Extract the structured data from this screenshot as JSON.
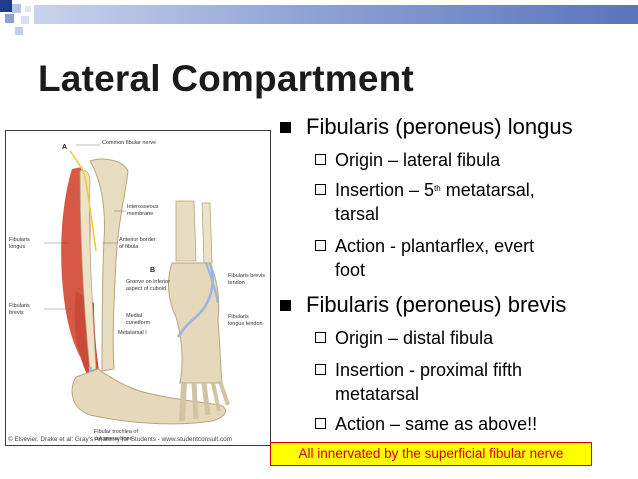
{
  "title": "Lateral Compartment",
  "colors": {
    "accent": "#6a84c4",
    "note_bg": "#ffff00",
    "note_text": "#d40000"
  },
  "figure": {
    "panel_a": "A",
    "panel_b": "B",
    "labels": {
      "common_fibular_nerve": "Common fibular nerve",
      "interosseous_membrane": "Interosseous membrane",
      "fibularis_longus": "Fibularis longus",
      "anterior_border_fibula": "Anterior border of fibula",
      "fibularis_brevis": "Fibularis brevis",
      "groove_cuboid": "Groove on inferior aspect of cuboid",
      "medial_cuneiform": "Medial cuneiform",
      "metatarsal_i": "Metatarsal I",
      "fibularis_brevis_tendon": "Fibularis brevis tendon",
      "fibularis_longus_tendon": "Fibularis longus tendon",
      "fibular_trochlea": "Fibular trochlea of calcaneus bone"
    },
    "credit": "© Elsevier. Drake et al: Gray's Anatomy for Students - www.studentconsult.com"
  },
  "muscles": [
    {
      "name": "Fibularis (peroneus) longus",
      "origin": "Origin – lateral fibula",
      "insertion_pre": "Insertion – 5",
      "insertion_sup": "th",
      "insertion_post": " metatarsal,",
      "insertion_line2": "tarsal",
      "action_line1": "Action - plantarflex, evert",
      "action_line2": "foot"
    },
    {
      "name": "Fibularis (peroneus) brevis",
      "origin": "Origin – distal fibula",
      "insertion_line1": "Insertion - proximal fifth",
      "insertion_line2": "metatarsal",
      "action": "Action – same as above!!"
    }
  ],
  "note": "All innervated by the superficial fibular nerve"
}
